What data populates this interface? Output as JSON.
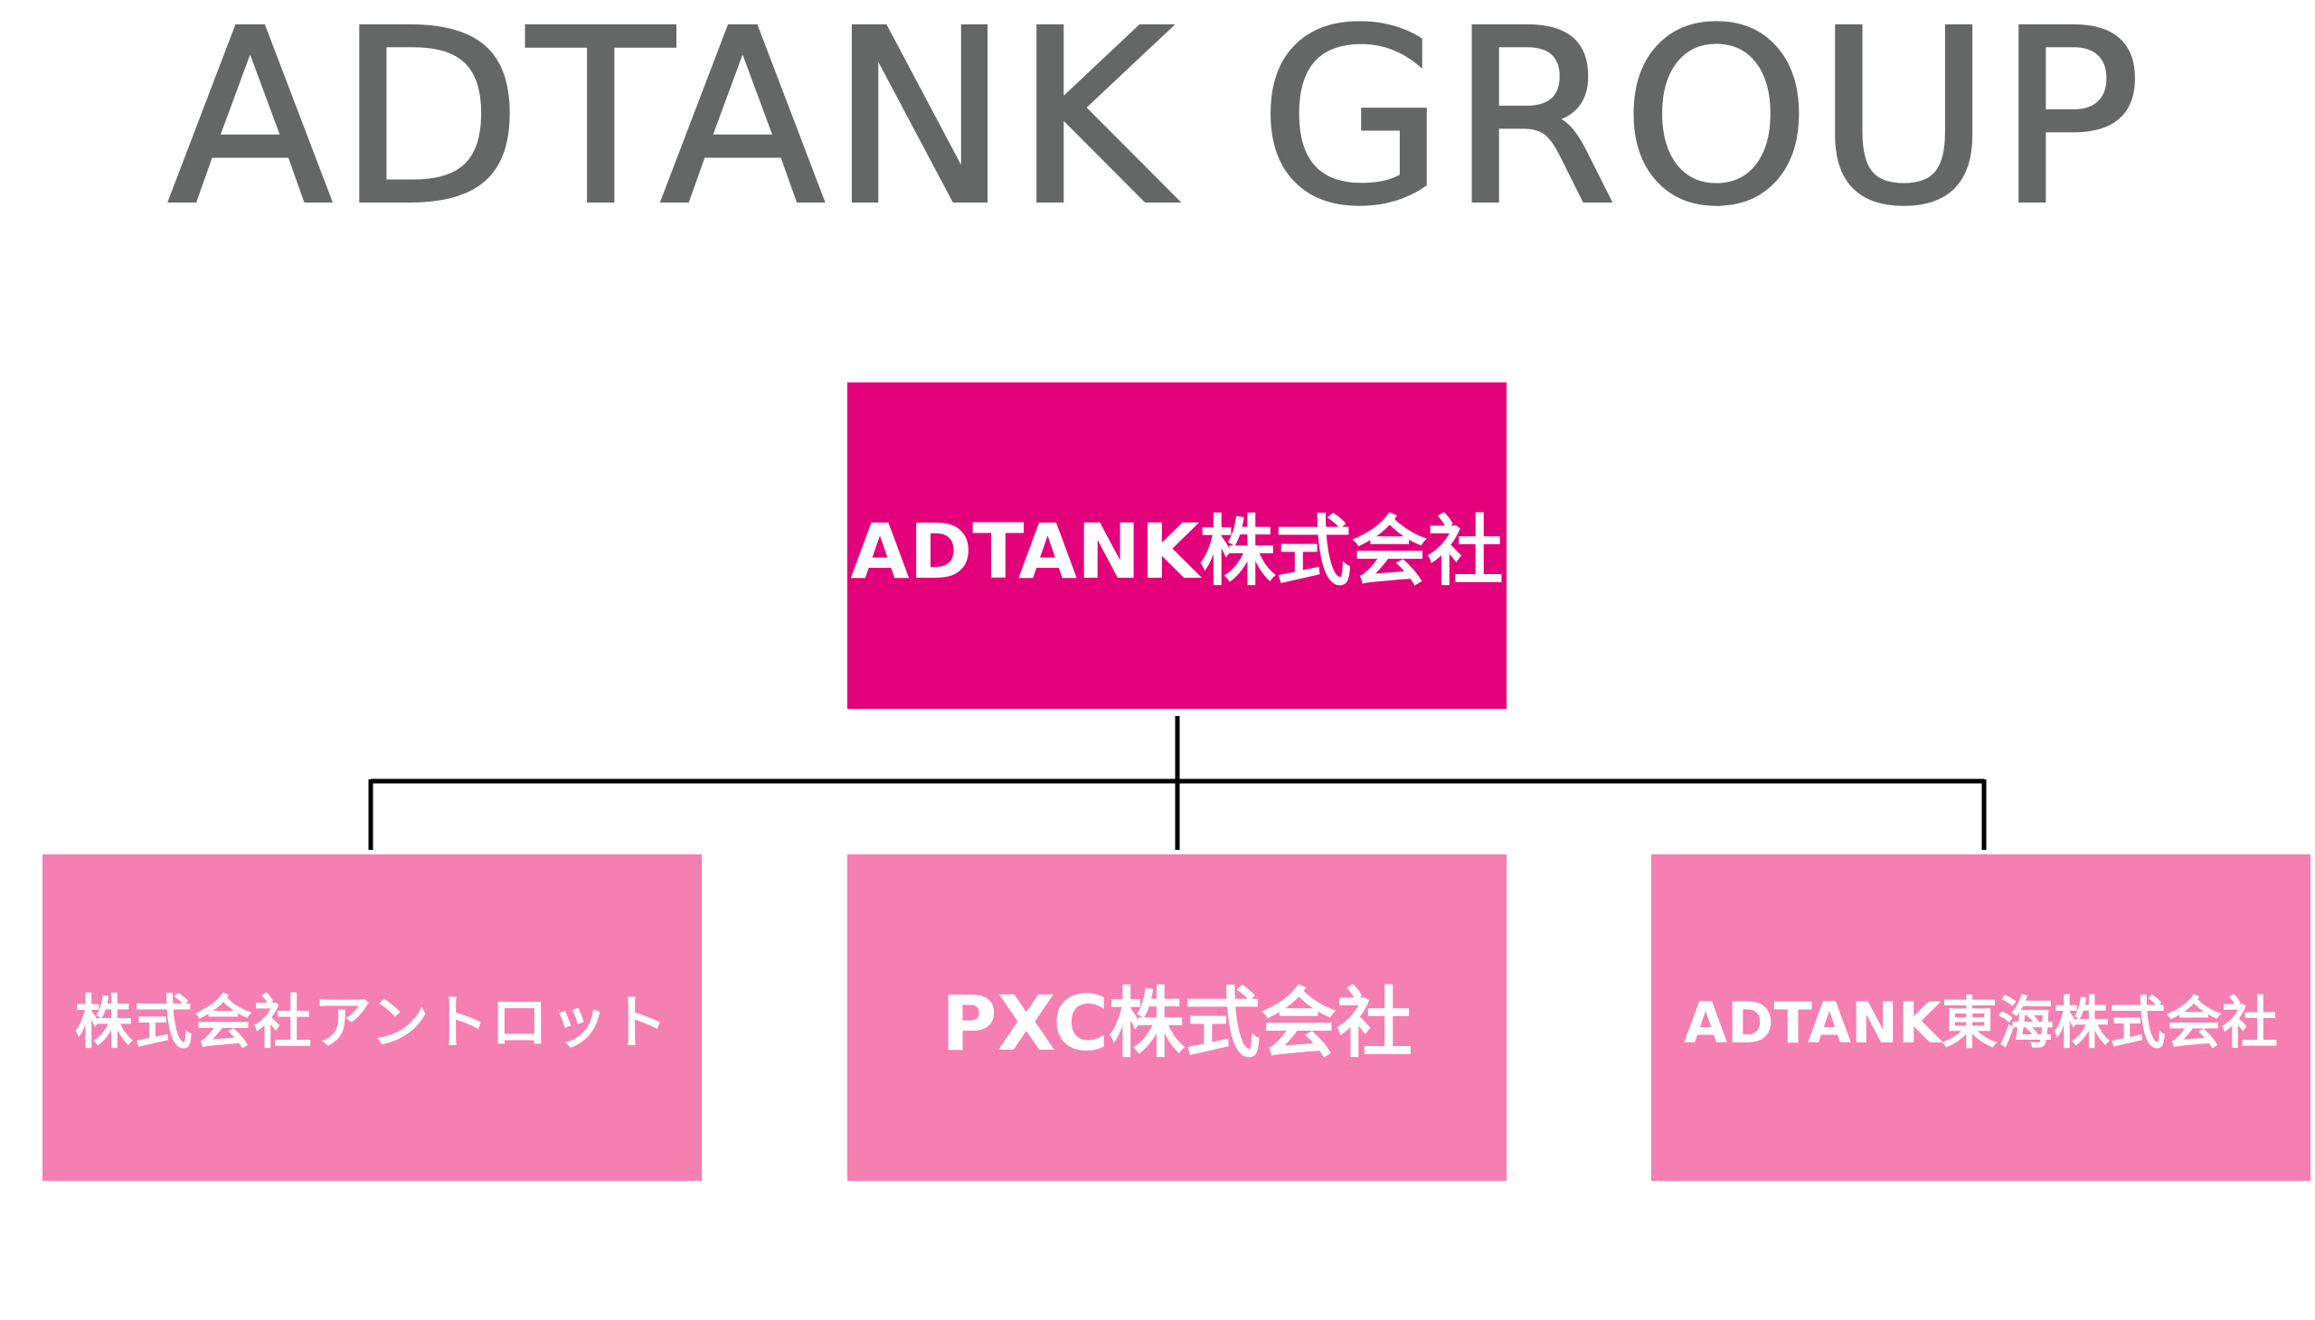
{
  "logo": {
    "text": "ADTANK GROUP",
    "color": "#656766"
  },
  "colors": {
    "parent_box": "#e3007b",
    "child_box": "#f47fb0",
    "connector": "#000000",
    "box_text": "#ffffff"
  },
  "org": {
    "parent": {
      "label": "ADTANK株式会社"
    },
    "children": [
      {
        "label": "株式会社アントロット"
      },
      {
        "label": "PXC株式会社"
      },
      {
        "label": "ADTANK東海株式会社"
      }
    ]
  }
}
